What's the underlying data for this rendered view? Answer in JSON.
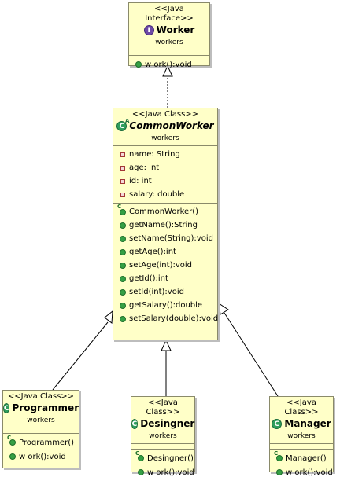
{
  "colors": {
    "class_fill": "#ffffc8",
    "class_border": "#8a8a6a",
    "edge": "#000000"
  },
  "worker": {
    "stereotype": "<<Java Interface>>",
    "badge": "I",
    "badge_icon": "interface-icon",
    "name": "Worker",
    "package": "workers",
    "methods": [
      "w ork():void"
    ]
  },
  "common": {
    "stereotype": "<<Java Class>>",
    "badge": "C",
    "badge_icon": "abstract-class-icon",
    "name": "CommonWorker",
    "package": "workers",
    "fields": [
      "name: String",
      "age: int",
      "id: int",
      "salary: double"
    ],
    "constructor": "CommonWorker()",
    "methods": [
      "getName():String",
      "setName(String):void",
      "getAge():int",
      "setAge(int):void",
      "getId():int",
      "setId(int):void",
      "getSalary():double",
      "setSalary(double):void"
    ]
  },
  "programmer": {
    "stereotype": "<<Java Class>>",
    "badge": "C",
    "name": "Programmer",
    "package": "workers",
    "constructor": "Programmer()",
    "methods": [
      "w ork():void"
    ]
  },
  "desingner": {
    "stereotype": "<<Java Class>>",
    "badge": "C",
    "name": "Desingner",
    "package": "workers",
    "constructor": "Desingner()",
    "methods": [
      "w ork():void"
    ]
  },
  "manager": {
    "stereotype": "<<Java Class>>",
    "badge": "C",
    "name": "Manager",
    "package": "workers",
    "constructor": "Manager()",
    "methods": [
      "w ork():void"
    ]
  },
  "relations": [
    {
      "from": "CommonWorker",
      "to": "Worker",
      "kind": "realization"
    },
    {
      "from": "Programmer",
      "to": "CommonWorker",
      "kind": "generalization"
    },
    {
      "from": "Desingner",
      "to": "CommonWorker",
      "kind": "generalization"
    },
    {
      "from": "Manager",
      "to": "CommonWorker",
      "kind": "generalization"
    }
  ]
}
